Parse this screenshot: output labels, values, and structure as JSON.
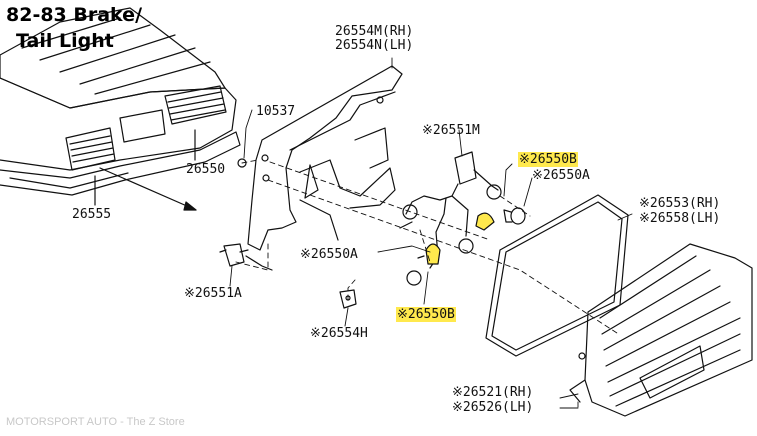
{
  "title": {
    "line1": "82-83 Brake/",
    "line2": "Tail Light"
  },
  "labels": {
    "p26554m": "26554M(RH)",
    "p26554n": "26554N(LH)",
    "p10537": "10537",
    "p26550": "26550",
    "p26555": "26555",
    "p26551m": "※26551M",
    "p26550b_top": "※26550B",
    "p26550a_right": "※26550A",
    "p26553": "※26553(RH)",
    "p26558": "※26558(LH)",
    "p26550a_left": "※26550A",
    "p26551a": "※26551A",
    "p26550b_bottom": "※26550B",
    "p26554h": "※26554H",
    "p26521": "※26521(RH)",
    "p26526": "※26526(LH)"
  },
  "highlight_color": "#ffe94d",
  "footer": "MOTORSPORT AUTO - The Z Store"
}
